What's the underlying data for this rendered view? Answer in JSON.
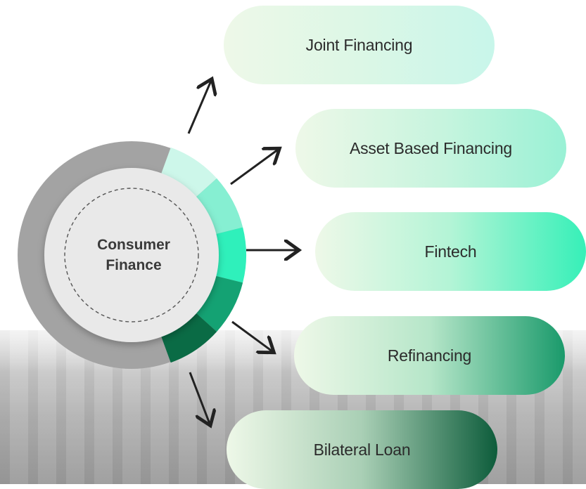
{
  "center": {
    "line1": "Consumer",
    "line2": "Finance"
  },
  "branches": [
    {
      "label": "Joint Financing"
    },
    {
      "label": "Asset Based Financing"
    },
    {
      "label": "Fintech"
    },
    {
      "label": "Refinancing"
    },
    {
      "label": "Bilateral Loan"
    }
  ],
  "colors": {
    "ring_gray": "#a3a3a3",
    "segment_colors": [
      "#cdf7ea",
      "#86efd2",
      "#2ff0bb",
      "#14a273",
      "#0a6b45"
    ],
    "inner_circle": "#e9e9e9",
    "arrow": "#222222"
  }
}
